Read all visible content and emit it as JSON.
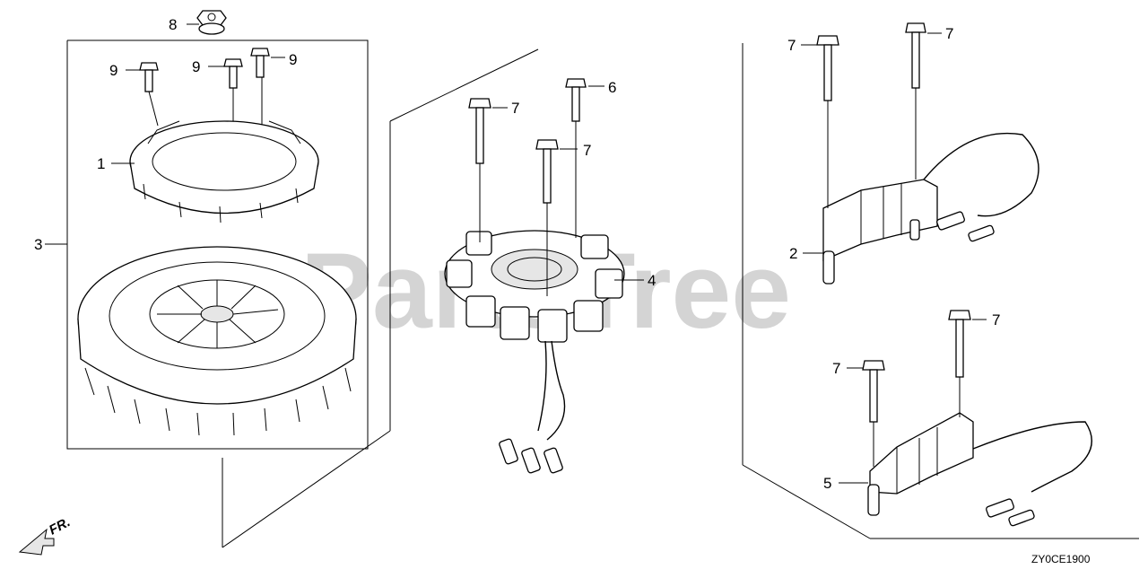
{
  "watermark": "PartsTree",
  "reference_code": "ZY0CE1900",
  "direction_label": "FR.",
  "callouts": [
    {
      "id": "c8",
      "label": "8"
    },
    {
      "id": "c9a",
      "label": "9"
    },
    {
      "id": "c9b",
      "label": "9"
    },
    {
      "id": "c9c",
      "label": "9"
    },
    {
      "id": "c1",
      "label": "1"
    },
    {
      "id": "c3",
      "label": "3"
    },
    {
      "id": "c7a",
      "label": "7"
    },
    {
      "id": "c6",
      "label": "6"
    },
    {
      "id": "c7b",
      "label": "7"
    },
    {
      "id": "c4",
      "label": "4"
    },
    {
      "id": "c7c",
      "label": "7"
    },
    {
      "id": "c7d",
      "label": "7"
    },
    {
      "id": "c2",
      "label": "2"
    },
    {
      "id": "c7e",
      "label": "7"
    },
    {
      "id": "c7f",
      "label": "7"
    },
    {
      "id": "c5",
      "label": "5"
    }
  ]
}
